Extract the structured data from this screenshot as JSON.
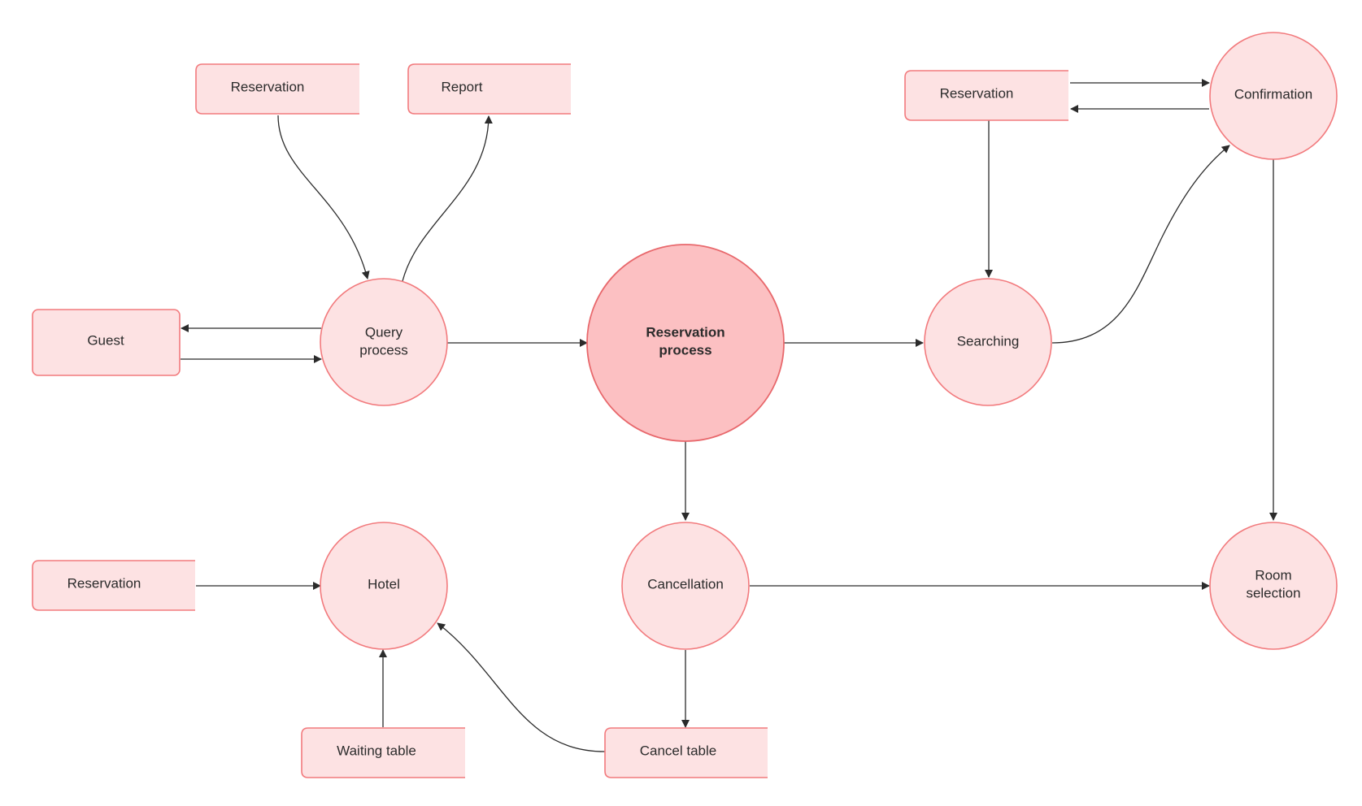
{
  "colors": {
    "node_fill": "#fde2e3",
    "node_stroke": "#f27a7d",
    "main_fill": "#fcc0c2",
    "main_stroke": "#e8686c",
    "edge": "#2b2b2b"
  },
  "stores": {
    "reservation_top": "Reservation",
    "report": "Report",
    "reservation_right": "Reservation",
    "guest": "Guest",
    "reservation_bottom": "Reservation",
    "waiting_table": "Waiting table",
    "cancel_table": "Cancel table"
  },
  "processes": {
    "query": [
      "Query",
      "process"
    ],
    "reservation": [
      "Reservation",
      "process"
    ],
    "searching": "Searching",
    "confirmation": "Confirmation",
    "hotel": "Hotel",
    "cancellation": "Cancellation",
    "room_selection": [
      "Room",
      "selection"
    ]
  }
}
